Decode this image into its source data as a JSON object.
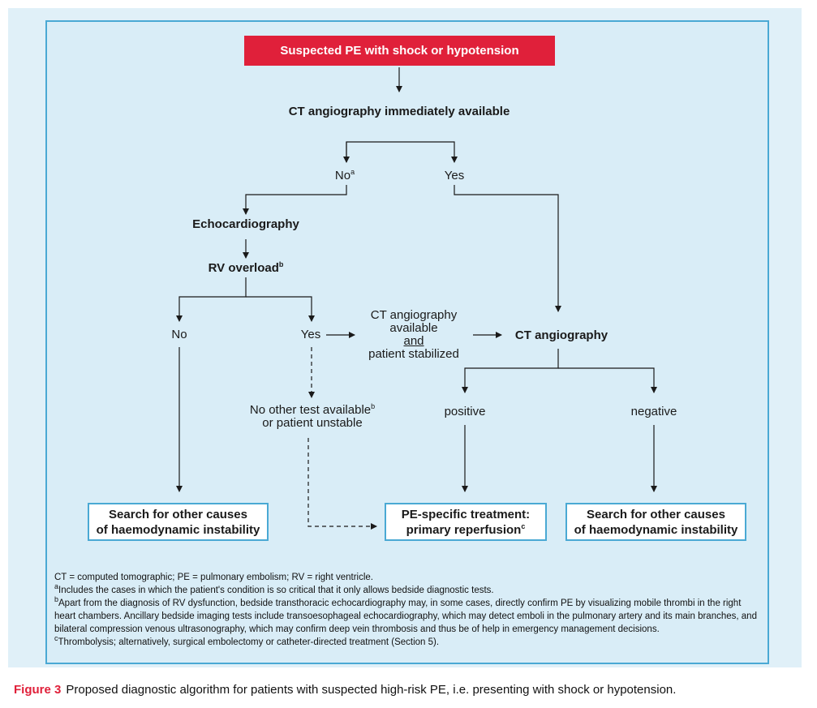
{
  "nodes": {
    "start": "Suspected PE with shock or hypotension",
    "ct_avail": "CT angiography immediately available",
    "no": "No",
    "no_sup": "a",
    "yes": "Yes",
    "echo": "Echocardiography",
    "rv_overload": "RV overload",
    "rv_sup": "b",
    "rv_no": "No",
    "rv_yes": "Yes",
    "ct_stab_1": "CT angiography",
    "ct_stab_2": "available",
    "ct_stab_3": "and",
    "ct_stab_4": "patient stabilized",
    "ct_angio": "CT angiography",
    "no_other_1": "No other test available",
    "no_other_sup": "b",
    "no_other_2": "or patient unstable",
    "positive": "positive",
    "negative": "negative",
    "search1_1": "Search for other causes",
    "search1_2": "of haemodynamic instability",
    "treat_1": "PE-specific treatment:",
    "treat_2": "primary reperfusion",
    "treat_sup": "c",
    "search2_1": "Search for other causes",
    "search2_2": "of haemodynamic instability"
  },
  "legend": {
    "abbrev": "CT = computed tomographic; PE = pulmonary embolism; RV = right ventricle.",
    "a_mark": "a",
    "a_text": "Includes the cases in which the patient's condition is so critical that it only allows bedside diagnostic tests.",
    "b_mark": "b",
    "b_text": "Apart from the diagnosis of RV dysfunction, bedside transthoracic echocardiography may, in some cases, directly confirm PE by visualizing mobile thrombi in the right heart chambers. Ancillary bedside imaging tests include transoesophageal echocardiography, which may detect emboli in the pulmonary artery and its main branches, and bilateral compression venous ultrasonography, which may confirm deep vein thrombosis and thus be of help in emergency management decisions.",
    "c_mark": "c",
    "c_text": "Thrombolysis; alternatively, surgical embolectomy or catheter-directed treatment (Section 5)."
  },
  "caption": {
    "label": "Figure 3",
    "text": "Proposed diagnostic algorithm for patients with suspected high-risk PE, i.e. presenting with shock or hypotension."
  },
  "colors": {
    "accent_red": "#e0203a",
    "border_blue": "#4aa9d4",
    "panel_bg": "#d9edf7"
  }
}
